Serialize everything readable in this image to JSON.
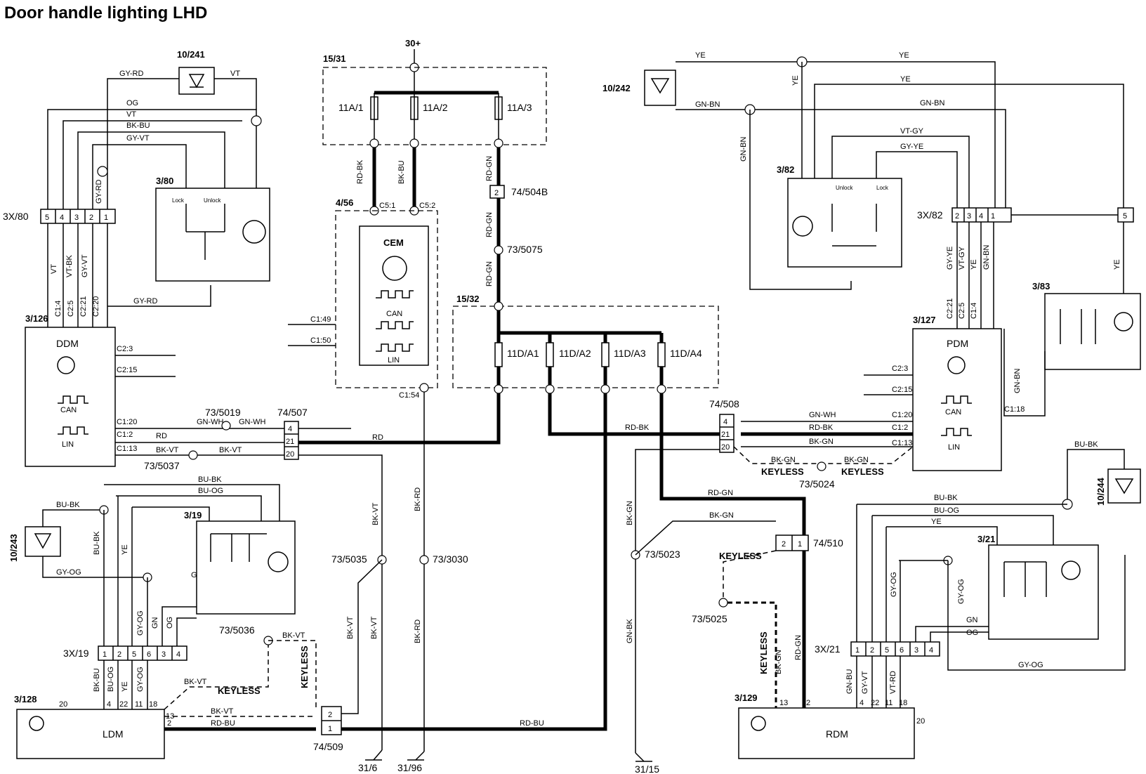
{
  "title": "Door handle lighting LHD",
  "supply": "30+",
  "fusebox_top": {
    "ref": "15/31",
    "fuses": [
      "11A/1",
      "11A/2",
      "11A/3"
    ]
  },
  "fusebox_mid": {
    "ref": "15/32",
    "fuses": [
      "11D/A1",
      "11D/A2",
      "11D/A3",
      "11D/A4"
    ]
  },
  "cem": {
    "ref": "4/56",
    "name": "CEM",
    "can": "CAN",
    "lin": "LIN",
    "pins": [
      "C5:1",
      "C5:2",
      "C1:49",
      "C1:50",
      "C1:54"
    ]
  },
  "modules": {
    "ddm": {
      "ref": "3/126",
      "name": "DDM",
      "can": "CAN",
      "lin": "LIN"
    },
    "pdm": {
      "ref": "3/127",
      "name": "PDM",
      "can": "CAN",
      "lin": "LIN"
    },
    "ldm": {
      "ref": "3/128",
      "name": "LDM"
    },
    "rdm": {
      "ref": "3/129",
      "name": "RDM"
    }
  },
  "lamps": [
    "10/241",
    "10/242",
    "10/243",
    "10/244"
  ],
  "switches": [
    "3/80",
    "3/82",
    "3/83",
    "3/19",
    "3/21"
  ],
  "switch_labels": {
    "lock": "Lock",
    "unlock": "Unlock"
  },
  "connectors": {
    "c3x80": {
      "ref": "3X/80",
      "pins": [
        "5",
        "4",
        "3",
        "2",
        "1"
      ]
    },
    "c3x82": {
      "ref": "3X/82",
      "pins": [
        "2",
        "3",
        "4",
        "1",
        "5"
      ]
    },
    "c3x19": {
      "ref": "3X/19",
      "pins": [
        "1",
        "2",
        "5",
        "6",
        "3",
        "4"
      ]
    },
    "c3x21": {
      "ref": "3X/21",
      "pins": [
        "1",
        "2",
        "5",
        "6",
        "3",
        "4"
      ]
    },
    "c74_504b": {
      "ref": "74/504B",
      "pin": "2"
    },
    "c74_507": {
      "ref": "74/507",
      "pins": [
        "4",
        "21",
        "20"
      ]
    },
    "c74_508": {
      "ref": "74/508",
      "pins": [
        "4",
        "21",
        "20"
      ]
    },
    "c74_509": {
      "ref": "74/509",
      "pins": [
        "2",
        "1"
      ]
    },
    "c74_510": {
      "ref": "74/510",
      "pins": [
        "2",
        "1"
      ]
    }
  },
  "splices": [
    "73/5075",
    "73/5019",
    "73/5037",
    "73/5024",
    "73/5035",
    "73/3030",
    "73/5023",
    "73/5025",
    "73/5036"
  ],
  "grounds": [
    "31/6",
    "31/96",
    "31/15"
  ],
  "keyless": "KEYLESS",
  "wires": {
    "rd": "RD",
    "rd_bk": "RD-BK",
    "rd_bu": "RD-BU",
    "rd_gn": "RD-GN",
    "bk_vt": "BK-VT",
    "bk_rd": "BK-RD",
    "bk_gn": "BK-GN",
    "gn_bk": "GN-BK",
    "gn_wh": "GN-WH",
    "gn_bn": "GN-BN",
    "gn": "GN",
    "og": "OG",
    "vt": "VT",
    "vt_bk": "VT-BK",
    "vt_gy": "VT-GY",
    "vt_rd": "VT-RD",
    "gy_rd": "GY-RD",
    "gy_vt": "GY-VT",
    "gy_ye": "GY-YE",
    "gy_og": "GY-OG",
    "ye": "YE",
    "bu_bk": "BU-BK",
    "bu_og": "BU-OG",
    "bk_bu": "BK-BU",
    "gn_bu": "GN-BU"
  },
  "pin_labels": {
    "ddm": [
      "C1:4",
      "C2:5",
      "C2:21",
      "C2:20",
      "C2:3",
      "C2:15",
      "C1:20",
      "C1:2",
      "C1:13"
    ],
    "pdm": [
      "C2:21",
      "C2:5",
      "C1:4",
      "C2:3",
      "C2:15",
      "C1:20",
      "C1:2",
      "C1:13",
      "C1:18"
    ],
    "ldm": [
      "4",
      "22",
      "11",
      "18",
      "13",
      "2",
      "20"
    ],
    "rdm": [
      "4",
      "22",
      "11",
      "18",
      "13",
      "2",
      "20"
    ]
  }
}
